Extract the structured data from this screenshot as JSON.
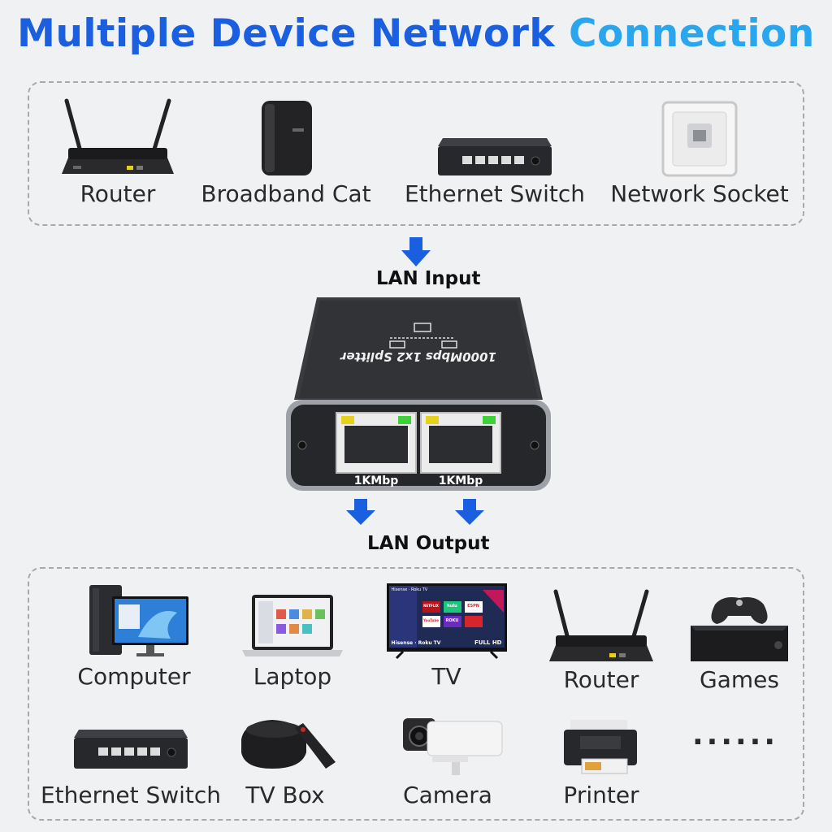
{
  "title": {
    "part1": "Multiple Device Network",
    "part2": "Connection"
  },
  "inputs": [
    "Router",
    "Broadband Cat",
    "Ethernet Switch",
    "Network Socket"
  ],
  "lan_input": "LAN Input",
  "lan_output": "LAN Output",
  "device": {
    "label": "1000Mbps 1x2 Splitter",
    "port1": "1KMbp",
    "port2": "1KMbp"
  },
  "outputs": [
    "Computer",
    "Laptop",
    "TV",
    "Router",
    "Games",
    "Ethernet Switch",
    "TV Box",
    "Camera",
    "Printer",
    "......"
  ],
  "tv_screen": {
    "brand": "Hisense · Roku TV",
    "footer": "Hisense · Roku TV",
    "hd": "FULL HD",
    "apps": [
      "NETFLIX",
      "hulu",
      "ESPN",
      "YouTube",
      "ROKU"
    ]
  },
  "colors": {
    "title_blue": "#1a5fe0",
    "title_light": "#2aa6ee",
    "arrow": "#1a5fe0",
    "led_yellow": "#e6d21e",
    "led_green": "#3ed13a"
  }
}
